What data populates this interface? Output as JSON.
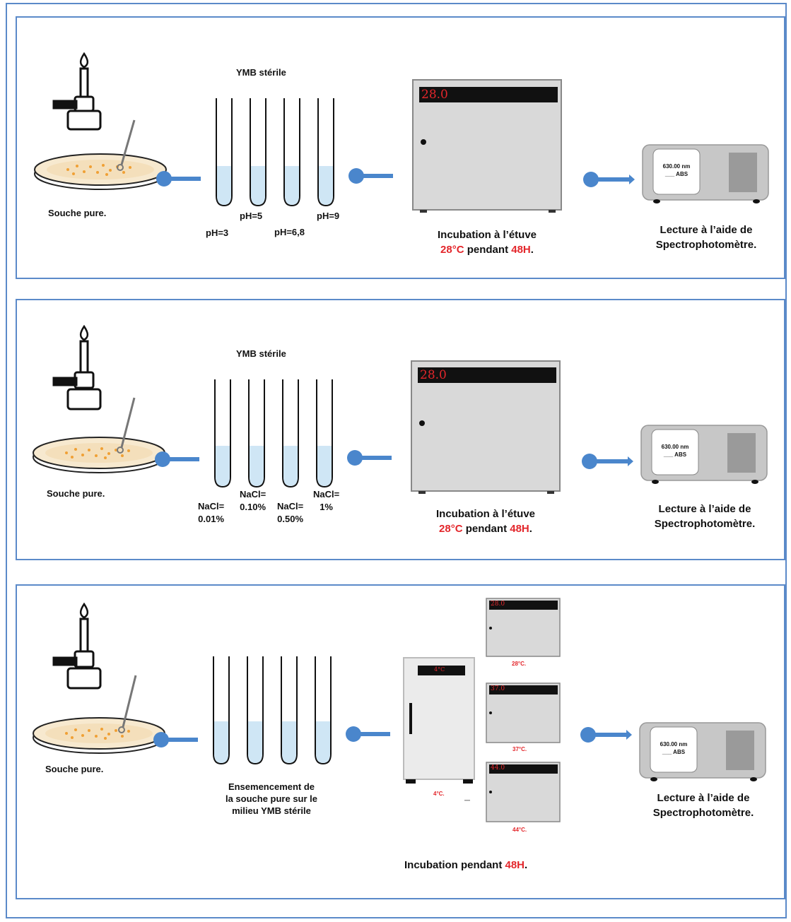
{
  "panels": [
    {
      "source_label": "Souche pure.",
      "tubes_title": "YMB stérile",
      "tube_labels": [
        "pH=3",
        "pH=5",
        "pH=6,8",
        "pH=9"
      ],
      "incubator_display": "28.0",
      "incubation_line1": "Incubation à l’étuve",
      "incubation_temp": "28°C",
      "incubation_mid": " pendant ",
      "incubation_time": "48H",
      "incubation_end": ".",
      "spectro_wavelength": "630.00 nm",
      "spectro_abs": "___ ABS",
      "reading_line1": "Lecture à l’aide de",
      "reading_line2": "Spectrophotomètre."
    },
    {
      "source_label": "Souche pure.",
      "tubes_title": "YMB stérile",
      "tube_labels_a": [
        "NaCl=",
        "NaCl=",
        "NaCl=",
        "NaCl="
      ],
      "tube_labels_b": [
        "0.01%",
        "0.10%",
        "0.50%",
        "1%"
      ],
      "incubator_display": "28.0",
      "incubation_line1": "Incubation à l’étuve",
      "incubation_temp": "28°C",
      "incubation_mid": " pendant ",
      "incubation_time": "48H",
      "incubation_end": ".",
      "spectro_wavelength": "630.00 nm",
      "spectro_abs": "___ ABS",
      "reading_line1": "Lecture à l’aide de",
      "reading_line2": "Spectrophotomètre."
    },
    {
      "source_label": "Souche pure.",
      "seeding_lines": [
        "Ensemencement de",
        "la souche pure sur le",
        "milieu YMB stérile"
      ],
      "fridge_display": "4°C",
      "fridge_label": "4°C.",
      "incubators": [
        {
          "display": "28.0",
          "label": "28°C."
        },
        {
          "display": "37.0",
          "label": "37°C."
        },
        {
          "display": "44.0",
          "label": "44°C."
        }
      ],
      "incubation_pre": "Incubation pendant ",
      "incubation_time": "48H",
      "incubation_end": ".",
      "spectro_wavelength": "630.00 nm",
      "spectro_abs": "___ ABS",
      "reading_line1": "Lecture à l’aide de",
      "reading_line2": "Spectrophotomètre."
    }
  ],
  "colors": {
    "border": "#5b8ac9",
    "arrow": "#4a86cc",
    "accent_red": "#e3262b",
    "liquid": "#cfe6f5",
    "incubator_body": "#d9d9d9"
  }
}
